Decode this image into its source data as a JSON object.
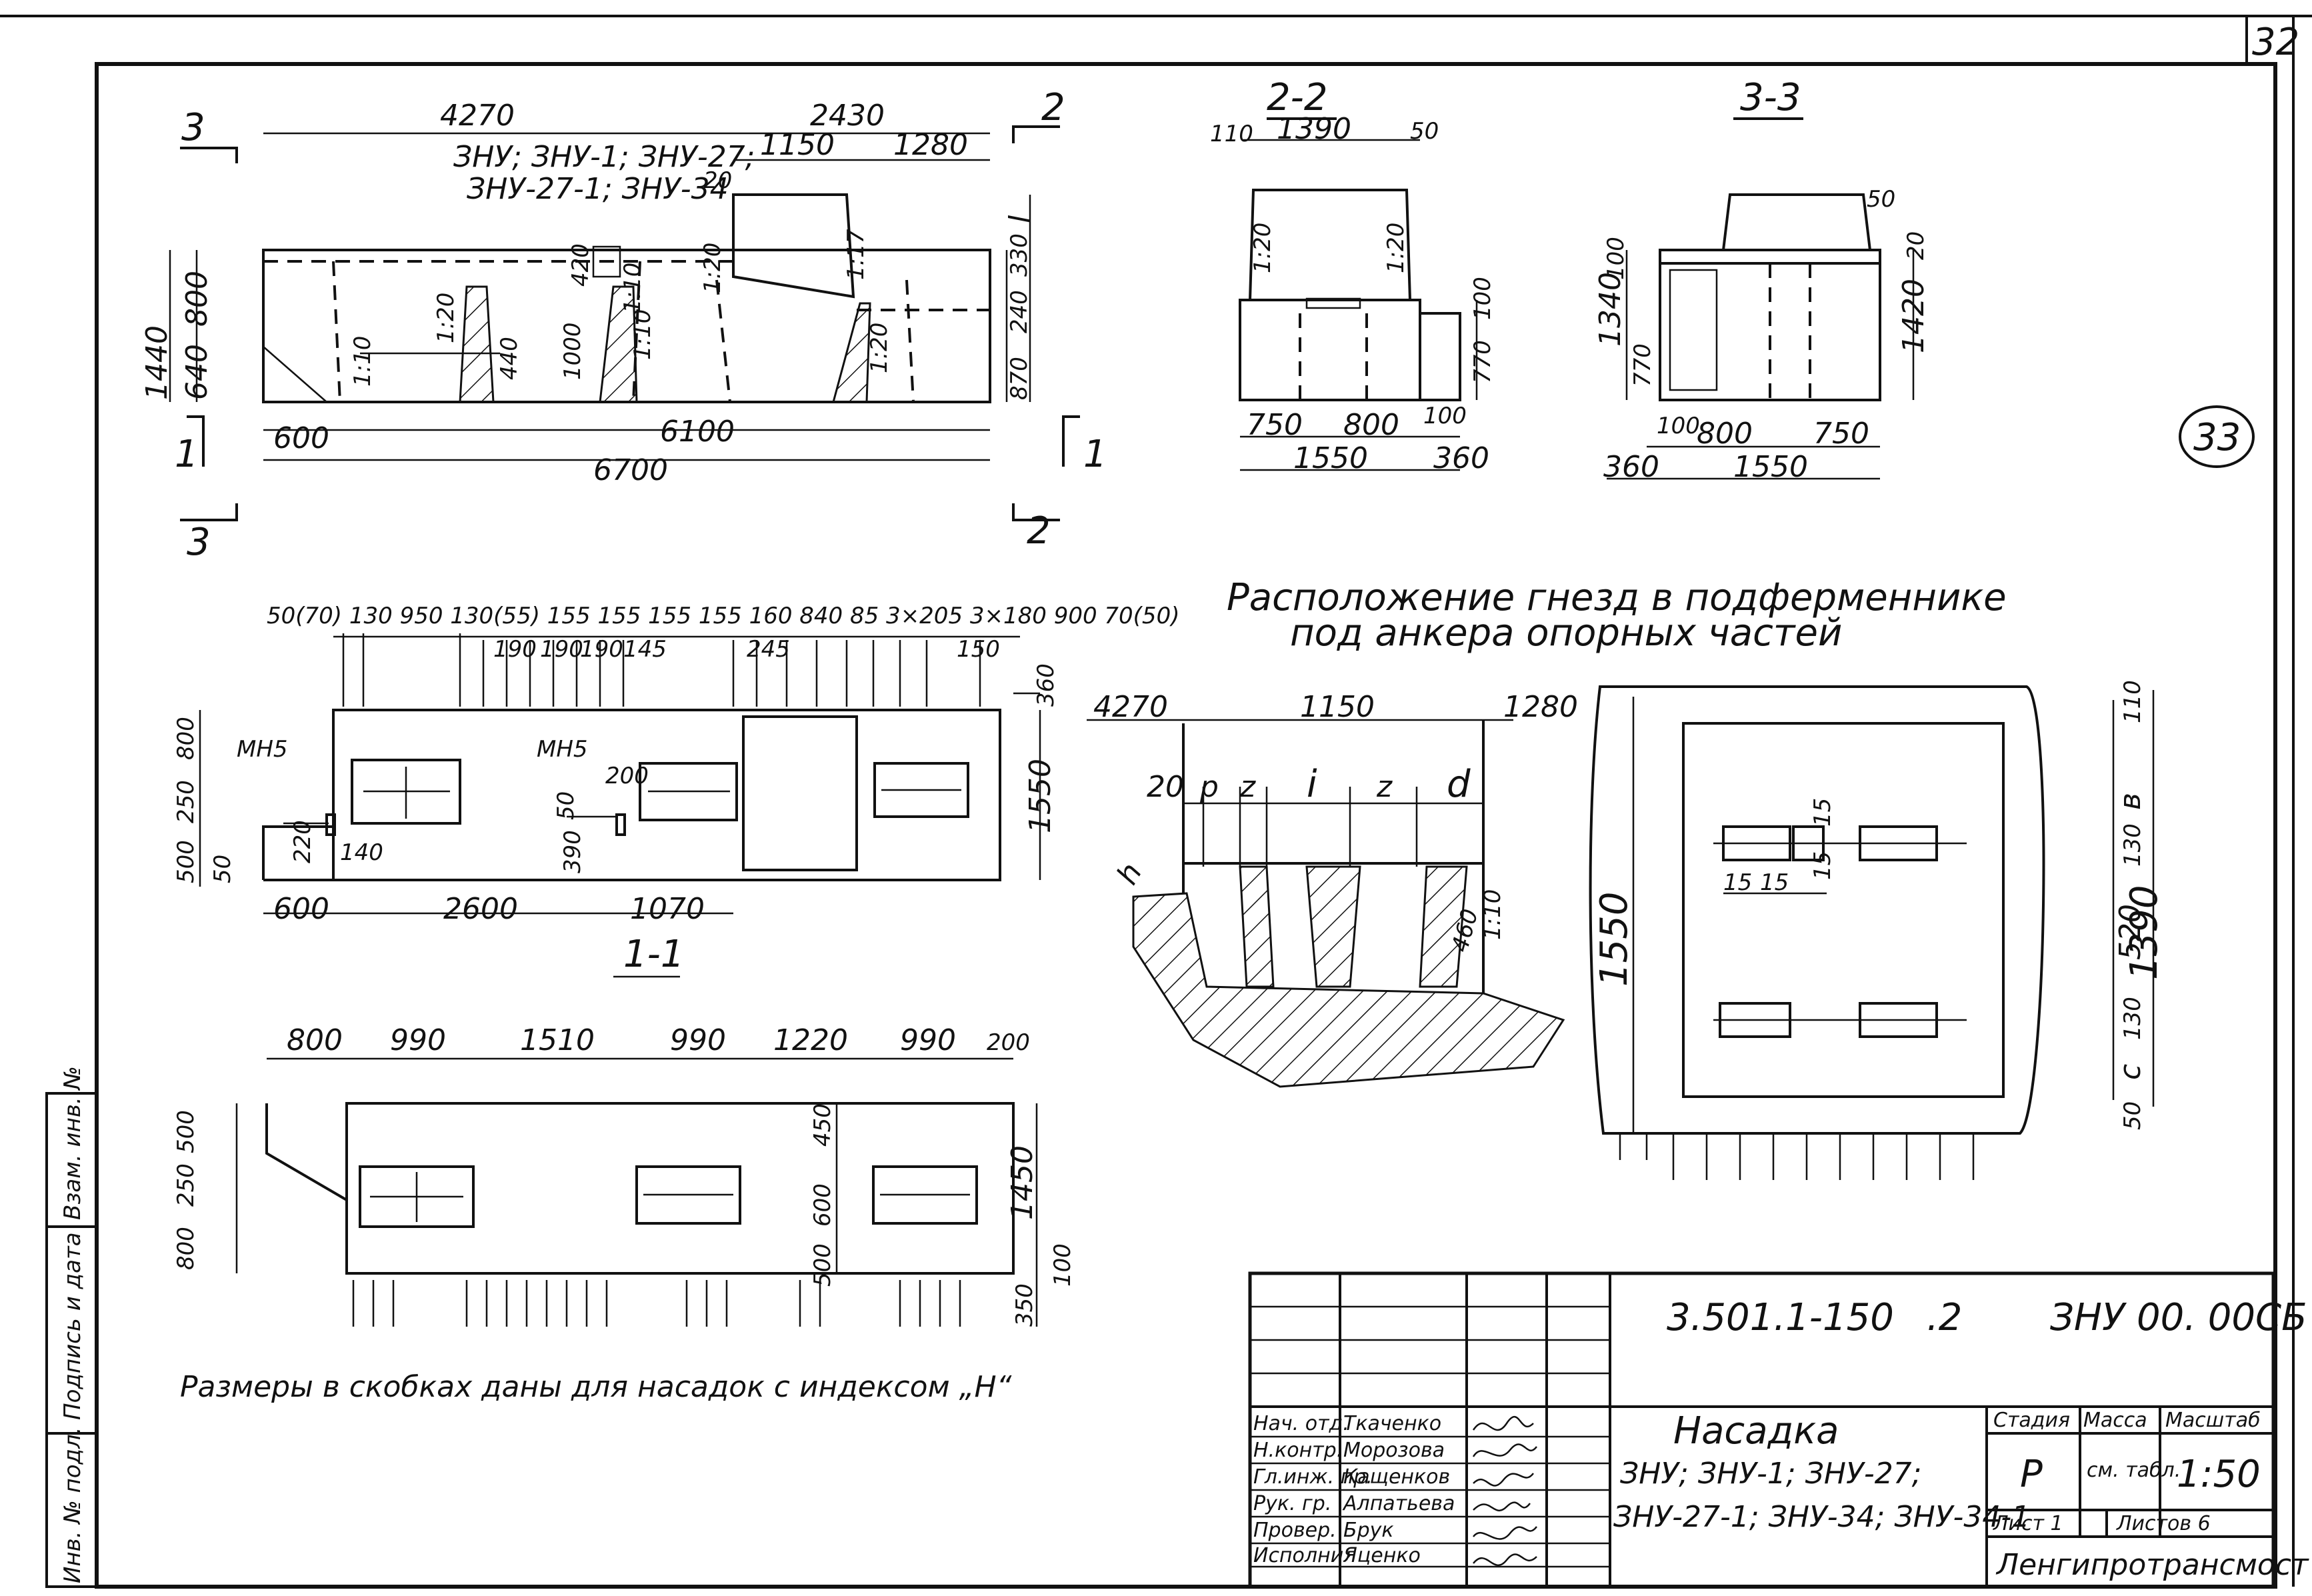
{
  "sheet": {
    "page_number": "32",
    "circled_number": "33"
  },
  "plan": {
    "dims_top": [
      "4270",
      "2430",
      "1150",
      "1280"
    ],
    "marker_text": [
      "ЗНУ; ЗНУ-1; ЗНУ-27;",
      "ЗНУ-27-1; ЗНУ-34",
      "20"
    ],
    "dims_left": [
      "1440",
      "800",
      "640"
    ],
    "dims_right": [
      "330",
      "240",
      "870",
      "l",
      "1:17"
    ],
    "slopes": [
      "1:20",
      "1:10",
      "1:20",
      "1:10",
      "1:20"
    ],
    "inner_dims": [
      "420",
      "1000",
      "440",
      "1:10"
    ],
    "dims_bottom": [
      "600",
      "6100",
      "6700"
    ],
    "cut_markers": [
      "3",
      "3",
      "2",
      "2",
      "1",
      "1"
    ]
  },
  "section_2_2": {
    "title": "2-2",
    "dims_top": [
      "110",
      "1390",
      "50"
    ],
    "slopes": [
      "1:20",
      "1:20"
    ],
    "dims_right": [
      "100",
      "770"
    ],
    "dims_bottom": [
      "750",
      "800",
      "100",
      "1550",
      "360"
    ]
  },
  "section_3_3": {
    "title": "3-3",
    "dims_top": [
      "50",
      "20"
    ],
    "dims_left": [
      "100",
      "1340",
      "770"
    ],
    "dims_right": [
      "1420"
    ],
    "dims_bottom": [
      "100",
      "800",
      "750",
      "360",
      "1550"
    ]
  },
  "section_1_1": {
    "title": "1-1",
    "dims_top": "50(70) 130  950  130(55) 155  155  155 155  160  840  85  3×205  3×180  900   70(50)",
    "sub_dims_top": [
      "190",
      "190",
      "190",
      "145",
      "245",
      "150"
    ],
    "dims_right": [
      "360",
      "1550"
    ],
    "dims_left": [
      "800",
      "250",
      "500",
      "50"
    ],
    "callouts": [
      "МН5",
      "МН5"
    ],
    "inner_dims": [
      "220",
      "140",
      "50",
      "390",
      "200"
    ],
    "dims_bottom": [
      "600",
      "2600",
      "1070"
    ]
  },
  "bottom_view": {
    "dims_top": [
      "800",
      "990",
      "1510",
      "990",
      "1220",
      "990",
      "200"
    ],
    "dims_left": [
      "500",
      "250",
      "800"
    ],
    "dims_mid": [
      "450",
      "600",
      "500"
    ],
    "dims_right": [
      "1450",
      "100",
      "350"
    ]
  },
  "nest_detail": {
    "title_line1": "Расположение гнезд в подферменнике",
    "title_line2": "под анкера опорных частей",
    "dims_top": [
      "4270",
      "1150",
      "1280"
    ],
    "dims_row": [
      "20",
      "p",
      "z",
      "i",
      "z",
      "d"
    ],
    "side": [
      "h",
      "460",
      "1:10"
    ]
  },
  "plan_detail": {
    "dims_right": [
      "110",
      "в",
      "130",
      "520",
      "130",
      "c",
      "50",
      "1390"
    ],
    "dims_left": [
      "1550"
    ],
    "small": [
      "15",
      "15",
      "15",
      "15"
    ]
  },
  "note": "Размеры в скобках даны для насадок с индексом „Н“",
  "margin_labels": [
    "Инв. № подл.",
    "Подпись и дата",
    "Взам. инв. №"
  ],
  "title_block": {
    "doc_code": "3.501.1-150",
    "issue": ".2",
    "code2": "ЗНУ 00. 00СБ",
    "name": "Насадка",
    "types_line1": "ЗНУ; ЗНУ-1; ЗНУ-27;",
    "types_line2": "ЗНУ-27-1; ЗНУ-34; ЗНУ-34-1",
    "stage_hdr": "Стадия",
    "mass_hdr": "Масса",
    "scale_hdr": "Масштаб",
    "stage": "Р",
    "mass": "см. табл.",
    "scale": "1:50",
    "sheet": "Лист 1",
    "sheets": "Листов 6",
    "org": "Ленгипротрансмост",
    "roles": [
      "Нач. отд.",
      "Н.контр.",
      "Гл.инж. пр.",
      "Рук. гр.",
      "Провер.",
      "Исполнил"
    ],
    "names": [
      "Ткаченко",
      "Морозова",
      "Кащенков",
      "Алпатьева",
      "Брук",
      "Яценко"
    ]
  }
}
